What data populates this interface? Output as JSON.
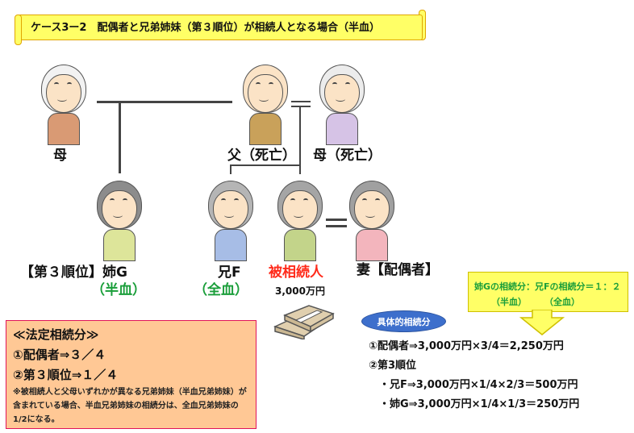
{
  "title": "ケース3ー2　配偶者と兄弟姉妹（第３順位）が相続人となる場合（半血）",
  "colors": {
    "scroll_fill": "#ffff66",
    "scroll_border": "#e0a500",
    "deceased_label": "#ff2a1a",
    "blood_label": "#1a9e3a",
    "info_fill": "#ffc895",
    "info_border": "#e0145a",
    "oval_fill": "#3d6fcc"
  },
  "people": {
    "mother_g": {
      "label": "母"
    },
    "father": {
      "label": "父（死亡）"
    },
    "mother": {
      "label": "母（死亡）"
    },
    "sister_g": {
      "label": "【第３順位】姉G",
      "sub": "（半血）"
    },
    "brother_f": {
      "label": "兄F",
      "sub": "（全血）"
    },
    "deceased": {
      "label": "被相続人",
      "sub": "3,000万円"
    },
    "wife": {
      "label": "妻【配偶者】"
    }
  },
  "legal_share": {
    "heading": "≪法定相続分≫",
    "rows": [
      "①配偶者⇒３／４",
      "②第３順位⇒１／４"
    ],
    "note": "※被相続人と父母いずれかが異なる兄弟姉妹（半血兄弟姉妹）が含まれている場合、半血兄弟姉妹の相続分は、全血兄弟姉妹の1/2になる。"
  },
  "callout": {
    "line1": "姉Gの相続分：兄Fの相続分＝１：２",
    "line2": "（半血）　　　（全血）"
  },
  "specific_share": {
    "heading": "具体的相続分",
    "rows": [
      "①配偶者⇒3,000万円×3/4＝2,250万円",
      "②第3順位",
      "・兄F⇒3,000万円×1/4×2/3＝500万円",
      "・姉G⇒3,000万円×1/4×1/3＝250万円"
    ]
  }
}
